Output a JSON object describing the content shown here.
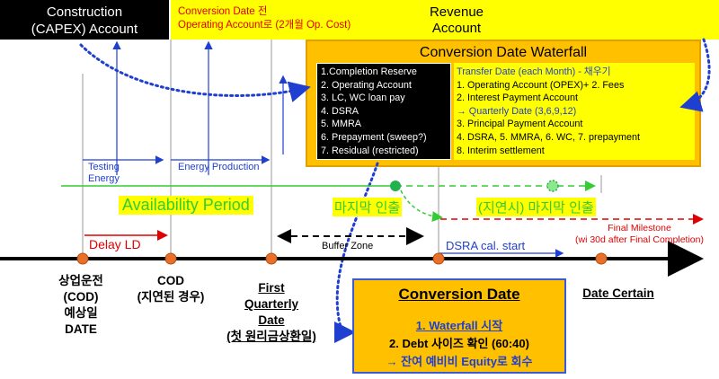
{
  "header": {
    "capex": [
      "Construction",
      "(CAPEX) Account"
    ],
    "note": [
      "Conversion Date 전",
      "Operating Account로 (2개월 Op. Cost)"
    ],
    "revenue": [
      "Revenue",
      "Account"
    ]
  },
  "waterfall": {
    "title": "Conversion Date Waterfall",
    "left_items": [
      "1.Completion Reserve",
      "2. Operating Account",
      "3. LC, WC loan pay",
      "4. DSRA",
      "5. MMRA",
      "6. Prepayment (sweep?)",
      "7. Residual (restricted)"
    ],
    "right_title": "Transfer Date (each Month) - 채우기",
    "right_items": [
      "1. Operating Account (OPEX)+ 2. Fees",
      "2. Interest Payment Account",
      "→ Quarterly Date (3,6,9,12)",
      "3. Principal Payment Account",
      "4. DSRA, 5. MMRA, 6. WC, 7. prepayment",
      "8. Interim settlement"
    ]
  },
  "labels": {
    "testing": [
      "Testing",
      "Energy"
    ],
    "energy_production": "Energy Production",
    "availability": "Availability Period",
    "last_draw": "마지막 인출",
    "delayed_last_draw": "(지연시) 마지막 인출",
    "final_milestone": [
      "Final Milestone",
      "(wi 30d after Final Completion)"
    ],
    "delay_ld": "Delay LD",
    "buffer_zone": "Buffer Zone",
    "dsra_start": "DSRA cal. start"
  },
  "timeline": {
    "expected_cod": [
      "상업운전",
      "(COD)",
      "예상일",
      "DATE"
    ],
    "cod": [
      "COD",
      "(지연된 경우)"
    ],
    "first_quarterly": [
      "First",
      "Quarterly",
      "Date",
      "(첫 원리금상환일)"
    ],
    "date_certain": "Date Certain"
  },
  "conversion": {
    "title": "Conversion Date",
    "lines": [
      "1. Waterfall 시작",
      "2. Debt 사이즈 확인 (60:40)",
      "→ 잔여 예비비 Equity로 회수"
    ]
  },
  "colors": {
    "orange": "#ffc000",
    "yellow": "#ffff00",
    "blue": "#1f3fd0",
    "green": "#33cc33",
    "red": "#e00000",
    "marker": "#e8702a"
  }
}
